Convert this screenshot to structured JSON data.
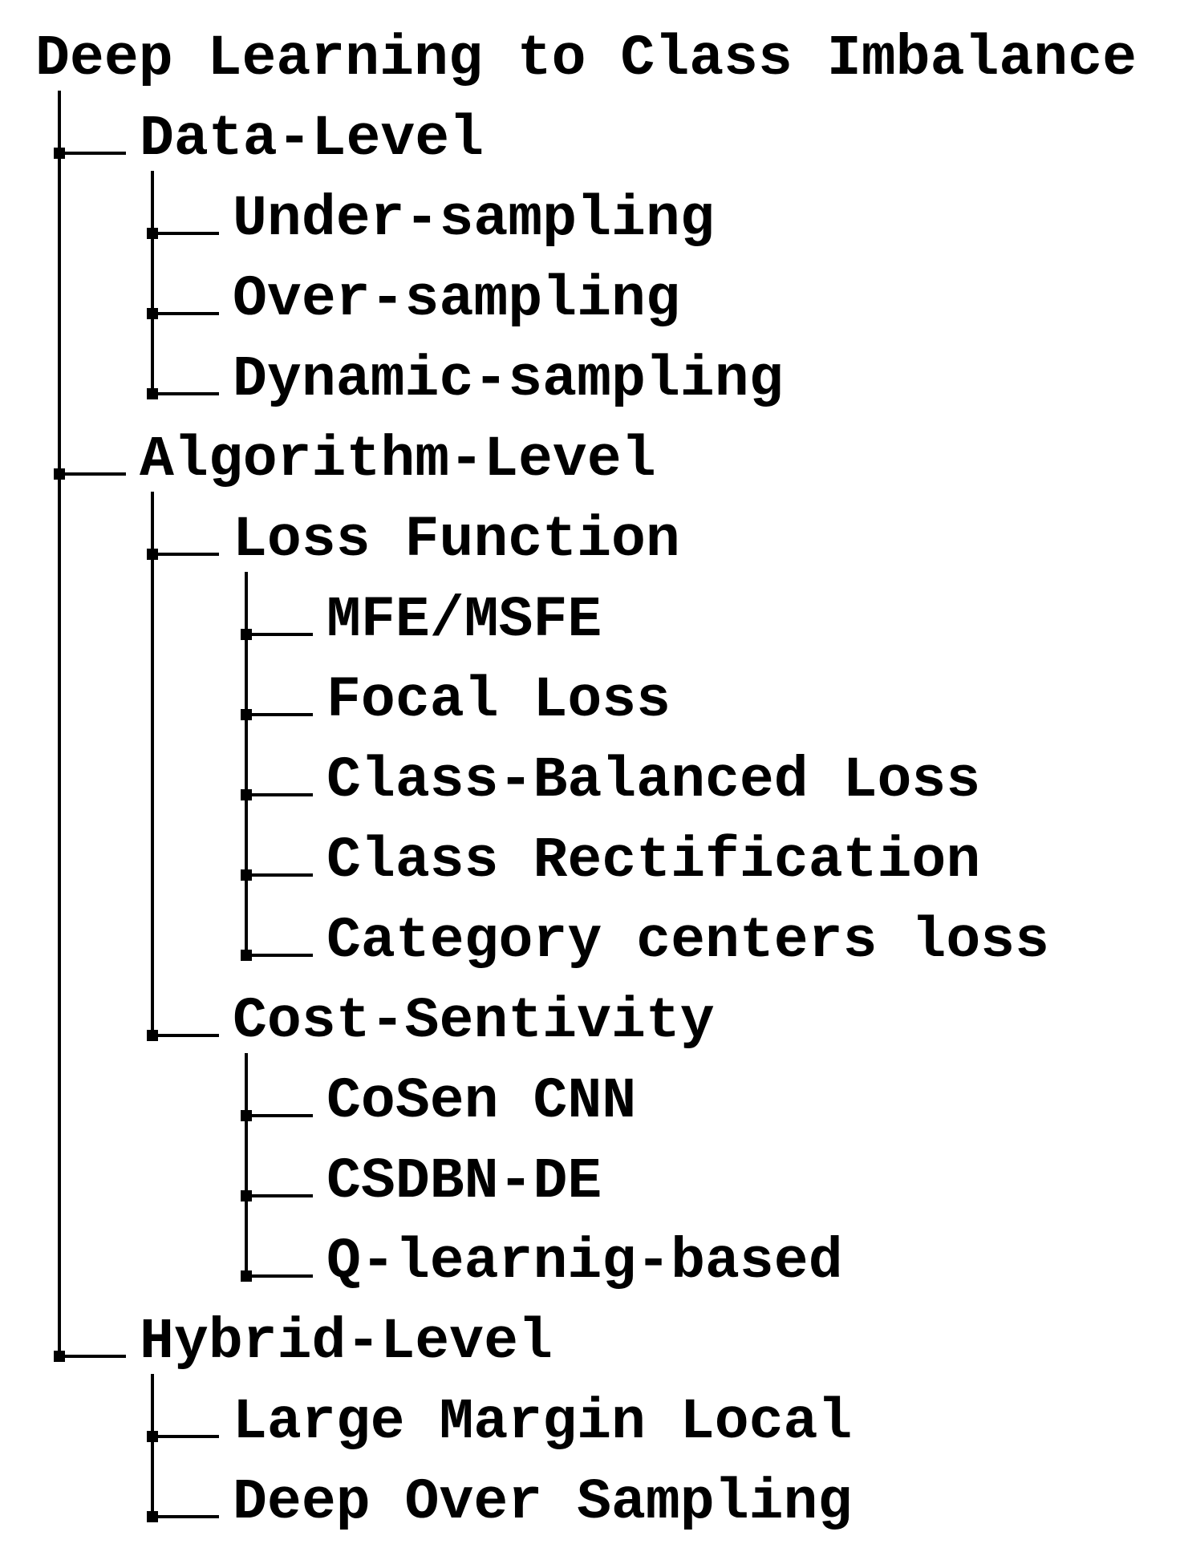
{
  "title": "Deep Learning to Class Imbalance",
  "colors": {
    "ink": "#000000",
    "background": "#ffffff"
  },
  "nodes": [
    {
      "label": "Data-Level",
      "level": 1
    },
    {
      "label": "Under-sampling",
      "level": 2
    },
    {
      "label": "Over-sampling",
      "level": 2
    },
    {
      "label": "Dynamic-sampling",
      "level": 2
    },
    {
      "label": "Algorithm-Level",
      "level": 1
    },
    {
      "label": "Loss Function",
      "level": 2
    },
    {
      "label": "MFE/MSFE",
      "level": 3
    },
    {
      "label": "Focal Loss",
      "level": 3
    },
    {
      "label": "Class-Balanced Loss",
      "level": 3
    },
    {
      "label": "Class Rectification",
      "level": 3
    },
    {
      "label": "Category centers loss",
      "level": 3
    },
    {
      "label": "Cost-Sentivity",
      "level": 2
    },
    {
      "label": "CoSen CNN",
      "level": 3
    },
    {
      "label": "CSDBN-DE",
      "level": 3
    },
    {
      "label": "Q-learnig-based",
      "level": 3
    },
    {
      "label": "Hybrid-Level",
      "level": 1
    },
    {
      "label": "Large Margin Local",
      "level": 2
    },
    {
      "label": "Deep Over Sampling",
      "level": 2
    }
  ]
}
